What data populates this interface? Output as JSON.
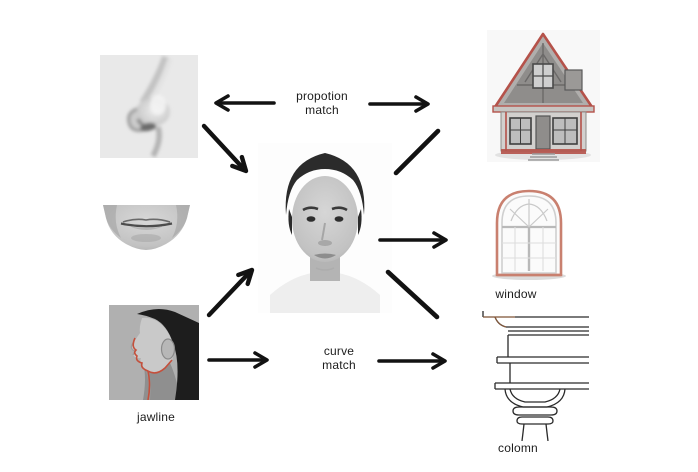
{
  "diagram": {
    "relations": {
      "proportion": {
        "line1": "propotion",
        "line2": "match"
      },
      "curve": {
        "line1": "curve",
        "line2": "match"
      }
    },
    "captions": {
      "jawline": "jawline",
      "window": "window",
      "column": "colomn"
    },
    "icons": {
      "nose": "nose-photo",
      "mouth": "mouth-photo",
      "jawline": "jawline-profile-photo",
      "face": "face-portrait-photo",
      "house": "gabled-house-photo",
      "window": "arched-window-photo",
      "column": "column-capital-drawing"
    },
    "colors": {
      "background": "#ffffff",
      "arrow": "#121212",
      "text": "#1c1c1c",
      "accent_red": "#b5524a",
      "outline_salmon": "#c9806f"
    }
  }
}
